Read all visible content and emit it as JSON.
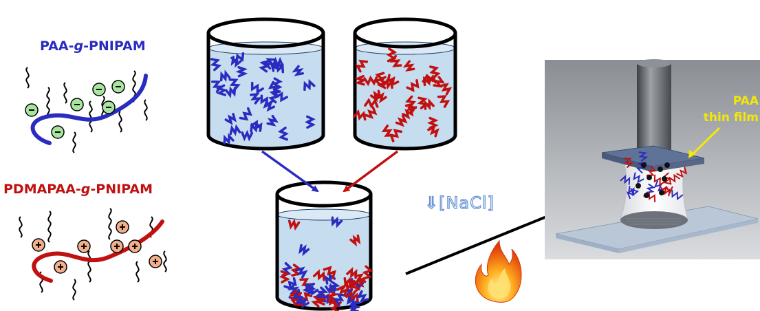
{
  "labels": {
    "polyanion_prefix": "PAA-",
    "polyanion_mid": "g",
    "polyanion_suffix": "-PNIPAM",
    "polycation_prefix": "PDMAPAA-",
    "polycation_mid": "g",
    "polycation_suffix": "-PNIPAM",
    "salt": "⇓[NaCl]",
    "film_line1": "PAA",
    "film_line2": "thin film"
  },
  "colors": {
    "polyanion": "#2a2bbf",
    "polycation": "#c01010",
    "anion_charge_fill": "#a8e6a0",
    "cation_charge_fill": "#f2b08a",
    "solution": "#c6dcef",
    "film_label": "#f4e70a",
    "salt_outline": "#6a94d6"
  },
  "icons": [
    "beaker-icon",
    "fire-icon",
    "rheometer-icon",
    "minus-charge-icon",
    "plus-charge-icon"
  ]
}
